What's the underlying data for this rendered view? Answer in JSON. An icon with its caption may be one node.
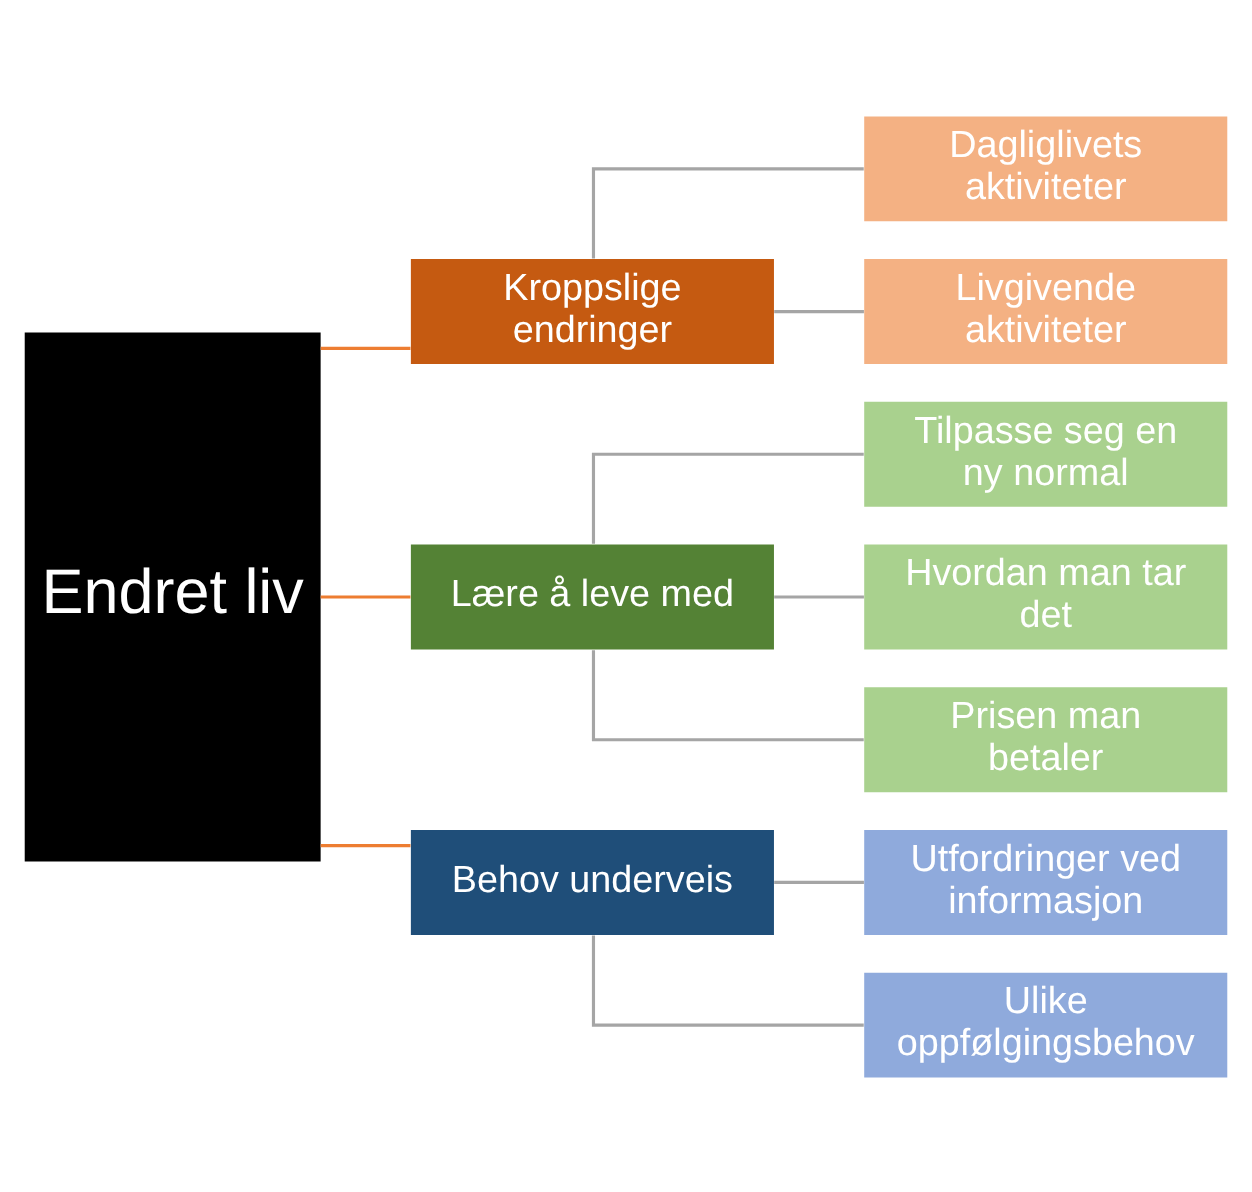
{
  "diagram": {
    "nodes": [
      {
        "text": [
          "Endret liv"
        ]
      },
      {
        "text": [
          "Kroppslige endringer"
        ]
      },
      {
        "text": [
          "Dagliglivets aktiviteter"
        ]
      },
      {
        "text": [
          "Livgivende aktiviteter"
        ]
      },
      {
        "text": [
          "Lære å leve med"
        ]
      },
      {
        "text": [
          "Tilpasse seg en ny normal"
        ]
      },
      {
        "text": [
          "Hvordan man tar det"
        ]
      },
      {
        "text": [
          "Prisen man betaler"
        ]
      },
      {
        "text": [
          "Behov underveis"
        ]
      },
      {
        "text": [
          "Utfordringer ved informasjon"
        ]
      },
      {
        "text": [
          "Ulike oppfølgingsbehov"
        ]
      }
    ],
    "edges": [
      {
        "from": 0,
        "to": 1,
        "arrow": "none",
        "color": "#ed7d31"
      },
      {
        "from": 0,
        "to": 4,
        "arrow": "none",
        "color": "#ed7d31"
      },
      {
        "from": 0,
        "to": 8,
        "arrow": "none",
        "color": "#ed7d31"
      },
      {
        "from": 1,
        "to": 2,
        "arrow": "none"
      },
      {
        "from": 1,
        "to": 3,
        "arrow": "none"
      },
      {
        "from": 4,
        "to": 5,
        "arrow": "none"
      },
      {
        "from": 4,
        "to": 6,
        "arrow": "none"
      },
      {
        "from": 4,
        "to": 7,
        "arrow": "none"
      },
      {
        "from": 8,
        "to": 9,
        "arrow": "none"
      },
      {
        "from": 8,
        "to": 10,
        "arrow": "none"
      }
    ]
  }
}
